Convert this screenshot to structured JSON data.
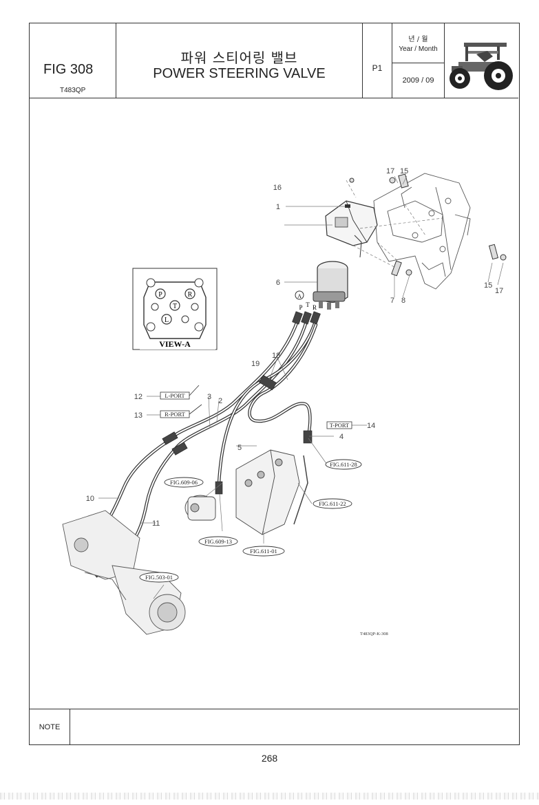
{
  "header": {
    "fig_no": "FIG 308",
    "model": "T483QP",
    "title_ko": "파워 스티어링 밸브",
    "title_en": "POWER STEERING VALVE",
    "page_label": "P1",
    "year_month_ko": "년 / 월",
    "year_month_en": "Year / Month",
    "date": "2009 / 09",
    "thumbnail_icon": "tractor-icon"
  },
  "diagram": {
    "view_label": "VIEW-A",
    "view_ports": [
      "P",
      "R",
      "T",
      "L"
    ],
    "view_marker": "A",
    "port_letters": [
      "P",
      "T",
      "R"
    ],
    "callouts": [
      "1",
      "2",
      "3",
      "4",
      "5",
      "6",
      "7",
      "8",
      "10",
      "11",
      "12",
      "13",
      "14",
      "15",
      "15",
      "16",
      "17",
      "17",
      "18",
      "19"
    ],
    "port_tags": [
      "L-PORT",
      "R-PORT",
      "T-PORT"
    ],
    "fig_refs": [
      "FIG.611-28",
      "FIG.609-06",
      "FIG.611-22",
      "FIG.609-13",
      "FIG.611-01",
      "FIG.503-01"
    ],
    "drawing_code": "T483QP-K-308"
  },
  "footer": {
    "note_label": "NOTE",
    "page_number": "268"
  }
}
